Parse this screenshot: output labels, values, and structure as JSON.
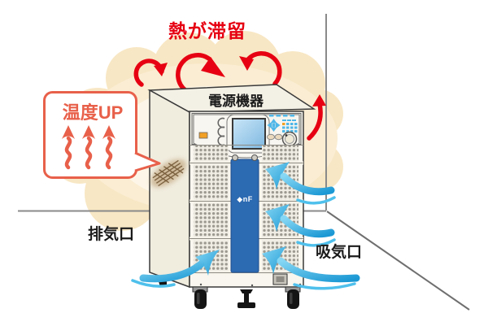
{
  "illustration": {
    "heading": "熱が滞留",
    "callout": {
      "label": "温度UP"
    },
    "device": {
      "top_label": "電源機器",
      "brand_logo": "◆nF"
    },
    "labels": {
      "exhaust": "排気口",
      "intake": "吸気口"
    }
  },
  "colors": {
    "heat_red": "#E60012",
    "callout_red": "#E8604A",
    "cloud_cream": "#F8E7C4",
    "cloud_inner": "#FDF6E8",
    "airflow_blue": "#2FA8DF",
    "stripe_blue": "#2C6AB2",
    "wall_gray": "#8A8A8A"
  }
}
